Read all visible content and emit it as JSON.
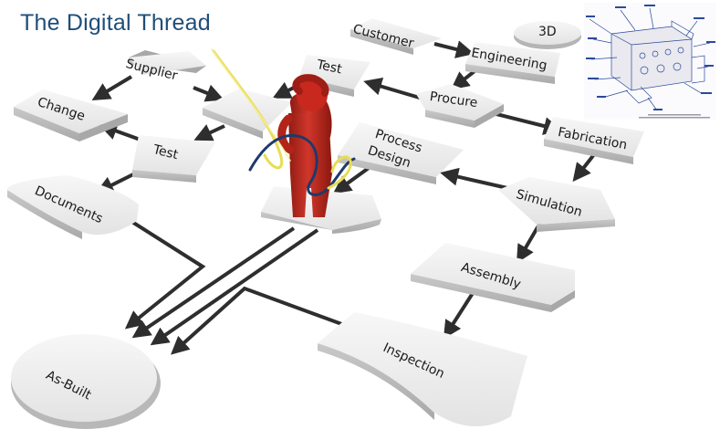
{
  "title": "The Digital Thread",
  "nodes": {
    "supplier": "Supplier",
    "change": "Change",
    "test_left": "Test",
    "test_top": "Test",
    "documents": "Documents",
    "customer": "Customer",
    "three_d": "3D",
    "engineering": "Engineering",
    "procure": "Procure",
    "fabrication": "Fabrication",
    "process_design_1": "Process",
    "process_design_2": "Design",
    "simulation": "Simulation",
    "assembly": "Assembly",
    "inspection": "Inspection",
    "as_built": "As-Built"
  },
  "colors": {
    "title": "#1f4e79",
    "shape_top": "#efefef",
    "shape_side": "#bdbdbd",
    "connector": "#2e2e2e",
    "figure": "#c8281e",
    "thread_yellow": "#e7dd55",
    "thread_navy": "#1d3a6b"
  },
  "thumbnail_icon": "engineering-drawing-icon"
}
